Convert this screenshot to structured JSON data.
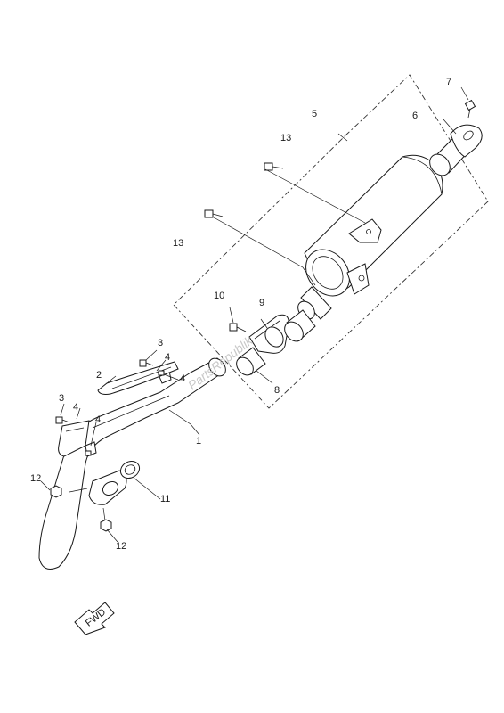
{
  "watermark": "PartsRepublik",
  "direction_arrow": "FWD",
  "callouts": [
    {
      "id": "c1",
      "text": "1"
    },
    {
      "id": "c2",
      "text": "2"
    },
    {
      "id": "c3a",
      "text": "3"
    },
    {
      "id": "c3b",
      "text": "3"
    },
    {
      "id": "c4a",
      "text": "4"
    },
    {
      "id": "c4b",
      "text": "4"
    },
    {
      "id": "c4c",
      "text": "4"
    },
    {
      "id": "c4d",
      "text": "4"
    },
    {
      "id": "c5",
      "text": "5"
    },
    {
      "id": "c6",
      "text": "6"
    },
    {
      "id": "c7",
      "text": "7"
    },
    {
      "id": "c8",
      "text": "8"
    },
    {
      "id": "c9",
      "text": "9"
    },
    {
      "id": "c10",
      "text": "10"
    },
    {
      "id": "c11",
      "text": "11"
    },
    {
      "id": "c12a",
      "text": "12"
    },
    {
      "id": "c12b",
      "text": "12"
    },
    {
      "id": "c13a",
      "text": "13"
    },
    {
      "id": "c13b",
      "text": "13"
    }
  ]
}
